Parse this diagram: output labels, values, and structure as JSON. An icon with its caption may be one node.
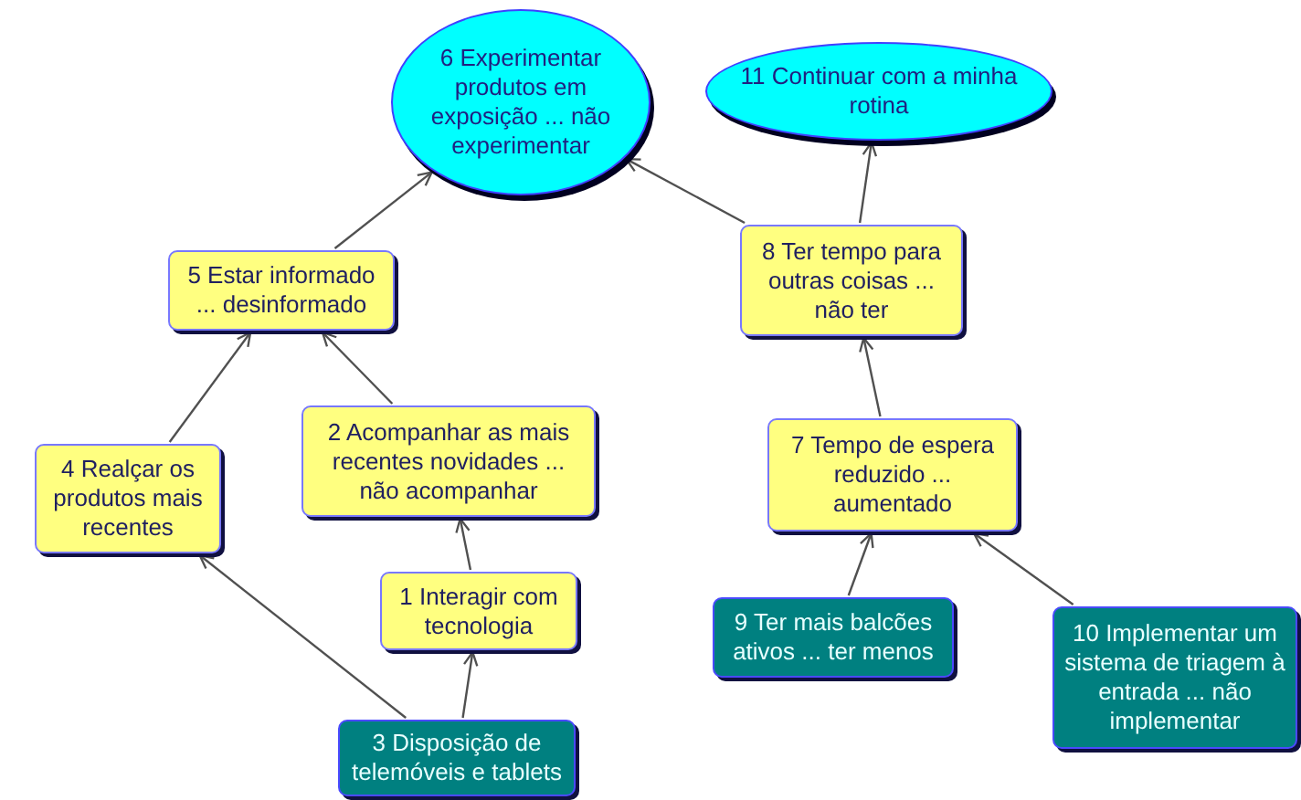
{
  "diagram": {
    "nodes": [
      {
        "text": [
          "6 Experimentar produtos em exposição ... não experimentar"
        ]
      },
      {
        "text": [
          "11 Continuar com a minha rotina"
        ]
      },
      {
        "text": [
          "5 Estar informado ... desinformado"
        ]
      },
      {
        "text": [
          "8 Ter tempo para outras coisas ... não ter"
        ]
      },
      {
        "text": [
          "4 Realçar os produtos mais recentes"
        ]
      },
      {
        "text": [
          "2 Acompanhar as mais recentes novidades ... não acompanhar"
        ]
      },
      {
        "text": [
          "7 Tempo de espera reduzido ... aumentado"
        ]
      },
      {
        "text": [
          "1 Interagir com tecnologia"
        ]
      },
      {
        "text": [
          "9 Ter mais balcões ativos ... ter menos"
        ]
      },
      {
        "text": [
          "10 Implementar um sistema de triagem à entrada ... não implementar"
        ]
      },
      {
        "text": [
          "3 Disposição de telemóveis e tablets"
        ]
      }
    ],
    "edges": [
      {
        "from": 2,
        "to": 0,
        "arrow": "to"
      },
      {
        "from": 3,
        "to": 0,
        "arrow": "to"
      },
      {
        "from": 3,
        "to": 1,
        "arrow": "to"
      },
      {
        "from": 4,
        "to": 2,
        "arrow": "to"
      },
      {
        "from": 5,
        "to": 2,
        "arrow": "to"
      },
      {
        "from": 6,
        "to": 3,
        "arrow": "to"
      },
      {
        "from": 7,
        "to": 5,
        "arrow": "to"
      },
      {
        "from": 10,
        "to": 7,
        "arrow": "to"
      },
      {
        "from": 10,
        "to": 4,
        "arrow": "to"
      },
      {
        "from": 8,
        "to": 6,
        "arrow": "to"
      },
      {
        "from": 9,
        "to": 6,
        "arrow": "to"
      }
    ]
  }
}
